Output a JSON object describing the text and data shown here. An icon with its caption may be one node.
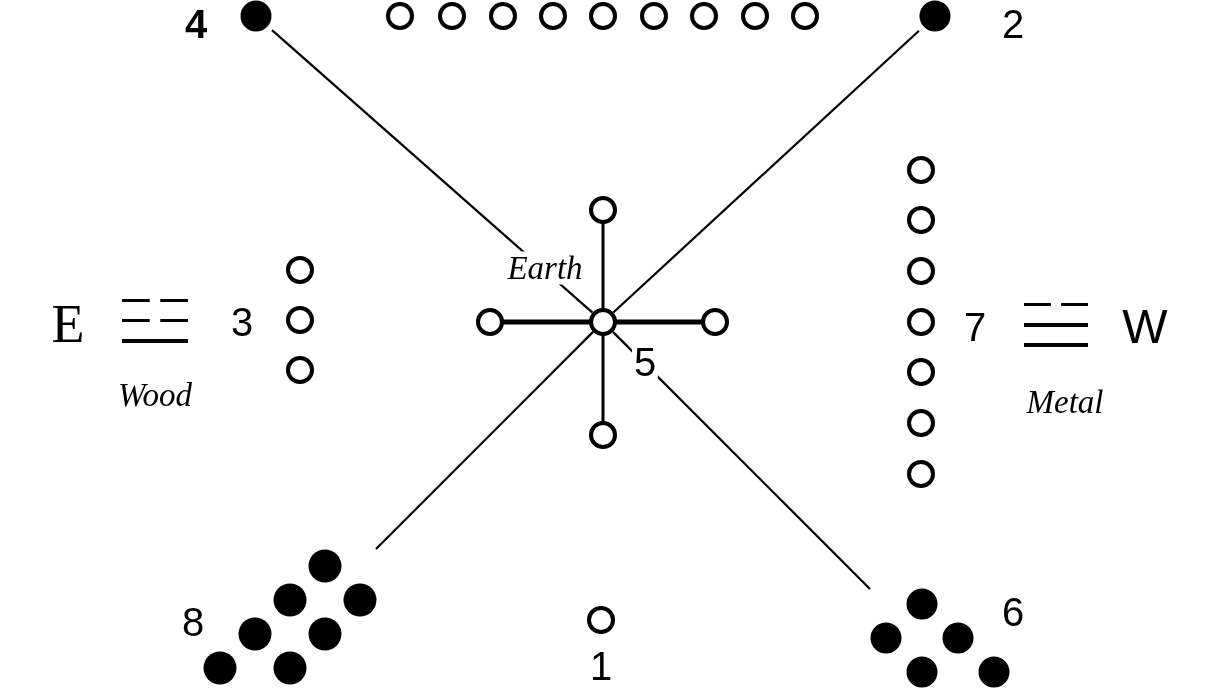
{
  "diagram": {
    "nodes": [
      {
        "text": [],
        "shape": "circle",
        "beside": [
          "4"
        ]
      },
      {
        "text": [],
        "shape": "dots"
      },
      {
        "text": [],
        "shape": "circle",
        "beside": [
          "2"
        ]
      },
      {
        "text": [],
        "shape": "dots",
        "beside": [
          "3"
        ]
      },
      {
        "text": [
          "Earth",
          "5"
        ]
      },
      {
        "text": [],
        "shape": "dots",
        "beside": [
          "7"
        ]
      },
      {
        "text": [],
        "shape": "dots",
        "beside": [
          "8"
        ]
      },
      {
        "text": [],
        "shape": "circle",
        "beside": [
          "1"
        ]
      },
      {
        "text": [],
        "shape": "dots",
        "beside": [
          "6"
        ]
      }
    ],
    "edges": [
      {
        "from": 0,
        "to": 4,
        "arrow": "none"
      },
      {
        "from": 2,
        "to": 4,
        "arrow": "none"
      },
      {
        "from": 4,
        "to": 6,
        "arrow": "none"
      },
      {
        "from": 4,
        "to": 8,
        "arrow": "none"
      }
    ],
    "labels": [
      "E",
      "W",
      "Wood",
      "Metal"
    ]
  }
}
